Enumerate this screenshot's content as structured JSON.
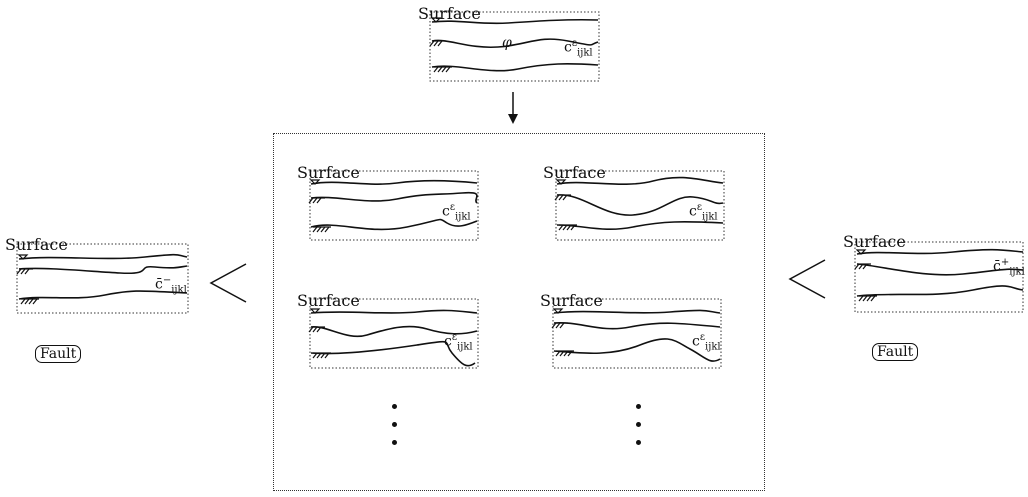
{
  "panels": {
    "top": {
      "surface_label": "Surface",
      "phi_label": "φ",
      "coef_base": "c",
      "coef_sup": "ε",
      "coef_sub": "ijkl"
    },
    "grid_top_left": {
      "surface_label": "Surface",
      "coef_base": "c",
      "coef_sup": "ε",
      "coef_sub": "ijkl"
    },
    "grid_top_right": {
      "surface_label": "Surface",
      "coef_base": "c",
      "coef_sup": "ε",
      "coef_sub": "ijkl"
    },
    "grid_bottom_left": {
      "surface_label": "Surface",
      "coef_base": "c",
      "coef_sup": "ε",
      "coef_sub": "ijkl"
    },
    "grid_bottom_right": {
      "surface_label": "Surface",
      "coef_base": "c",
      "coef_sup": "ε",
      "coef_sub": "ijkl"
    },
    "left": {
      "surface_label": "Surface",
      "coef_base": "c̄",
      "coef_sup": "−",
      "coef_sub": "ijkl"
    },
    "right": {
      "surface_label": "Surface",
      "coef_base": "c̄",
      "coef_sup": "+",
      "coef_sub": "ijkl"
    }
  },
  "labels": {
    "fault_left": "Fault",
    "fault_right": "Fault"
  },
  "relations": {
    "left_symbol": "<",
    "right_symbol": "<"
  },
  "colors": {
    "ink": "#111111",
    "background": "#ffffff"
  }
}
